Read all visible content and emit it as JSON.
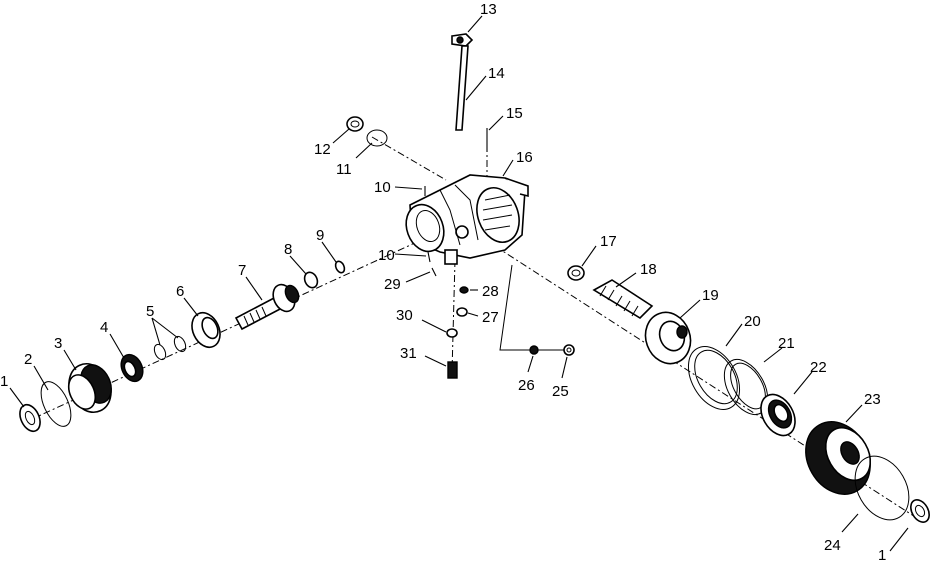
{
  "callouts": {
    "c1a": "1",
    "c2": "2",
    "c3": "3",
    "c4": "4",
    "c5": "5",
    "c6": "6",
    "c7": "7",
    "c8": "8",
    "c9": "9",
    "c10a": "10",
    "c10b": "10",
    "c11": "11",
    "c12": "12",
    "c13": "13",
    "c14": "14",
    "c15": "15",
    "c16": "16",
    "c17": "17",
    "c18": "18",
    "c19": "19",
    "c20": "20",
    "c21": "21",
    "c22": "22",
    "c23": "23",
    "c24": "24",
    "c1b": "1",
    "c25": "25",
    "c26": "26",
    "c27": "27",
    "c28": "28",
    "c29": "29",
    "c30": "30",
    "c31": "31"
  },
  "colors": {
    "ink": "#000000",
    "paper": "#ffffff"
  }
}
